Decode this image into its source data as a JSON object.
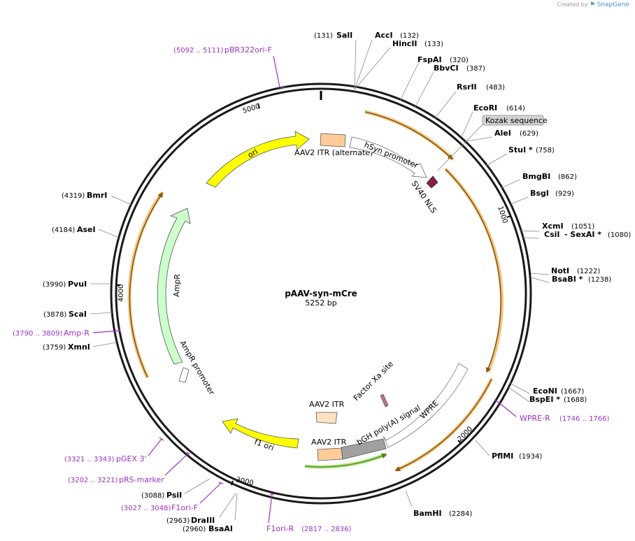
{
  "credit": {
    "prefix": "Created by",
    "brand": "SnapGene"
  },
  "plasmid": {
    "name": "pAAV-syn-mCre",
    "length": "5252 bp",
    "length_bp": 5252
  },
  "ticks": [
    "1000",
    "2000",
    "3000",
    "4000",
    "5000"
  ],
  "sites": [
    {
      "id": "sali",
      "name": "SalI",
      "pos": "(131)",
      "side": "right-pre"
    },
    {
      "id": "acci",
      "name": "AccI",
      "pos": "(132)"
    },
    {
      "id": "hincii",
      "name": "HincII",
      "pos": "(133)"
    },
    {
      "id": "fspai",
      "name": "FspAI",
      "pos": "(320)"
    },
    {
      "id": "bbvci",
      "name": "BbvCI",
      "pos": "(387)"
    },
    {
      "id": "rsrii",
      "name": "RsrII",
      "pos": "(483)"
    },
    {
      "id": "ecori",
      "name": "EcoRI",
      "pos": "(614)"
    },
    {
      "id": "alei",
      "name": "AleI",
      "pos": "(629)"
    },
    {
      "id": "stui",
      "name": "StuI *",
      "pos": "(758)"
    },
    {
      "id": "bmgbi",
      "name": "BmgBI",
      "pos": "(862)"
    },
    {
      "id": "bsgi",
      "name": "BsgI",
      "pos": "(929)"
    },
    {
      "id": "xcmi",
      "name": "XcmI",
      "pos": "(1051)"
    },
    {
      "id": "csii",
      "name": "CsiI",
      "pos": "(1080)",
      "extra": "- SexAI *"
    },
    {
      "id": "noti",
      "name": "NotI",
      "pos": "(1222)"
    },
    {
      "id": "bsabi",
      "name": "BsaBI *",
      "pos": "(1238)"
    },
    {
      "id": "econi",
      "name": "EcoNI",
      "pos": "(1667)"
    },
    {
      "id": "bspei",
      "name": "BspEI *",
      "pos": "(1688)"
    },
    {
      "id": "pflmi",
      "name": "PflMI",
      "pos": "(1934)"
    },
    {
      "id": "bamhi",
      "name": "BamHI",
      "pos": "(2284)"
    },
    {
      "id": "bsaai",
      "name": "BsaAI",
      "pos": "(2960)"
    },
    {
      "id": "draiii",
      "name": "DraIII",
      "pos": "(2963)"
    },
    {
      "id": "psii",
      "name": "PsiI",
      "pos": "(3088)"
    },
    {
      "id": "xmni",
      "name": "XmnI",
      "pos": "(3759)"
    },
    {
      "id": "scai",
      "name": "ScaI",
      "pos": "(3878)"
    },
    {
      "id": "pvui",
      "name": "PvuI",
      "pos": "(3990)"
    },
    {
      "id": "asei",
      "name": "AseI",
      "pos": "(4184)"
    },
    {
      "id": "bmri",
      "name": "BmrI",
      "pos": "(4319)"
    }
  ],
  "primers": [
    {
      "id": "pbr322ori-f",
      "name": "pBR322ori-F",
      "pos": "(5092 .. 5111)"
    },
    {
      "id": "wpre-r",
      "name": "WPRE-R",
      "pos": "(1746 .. 1766)"
    },
    {
      "id": "f1ori-r",
      "name": "F1ori-R",
      "pos": "(2817 .. 2836)"
    },
    {
      "id": "f1ori-f",
      "name": "F1ori-F",
      "pos": "(3027 .. 3048)"
    },
    {
      "id": "prs-marker",
      "name": "pRS-marker",
      "pos": "(3202 .. 3221)"
    },
    {
      "id": "pgex-3",
      "name": "pGEX 3'",
      "pos": "(3321 .. 3343)"
    },
    {
      "id": "amp-r",
      "name": "Amp-R",
      "pos": "(3790 .. 3809)"
    }
  ],
  "features": {
    "kozak": "Kozak sequence",
    "aav2_itr_alt": "AAV2 ITR (alternate)",
    "hsyn": "hSyn promoter",
    "sv40": "SV40 NLS",
    "wpre": "WPRE",
    "factor_xa": "Factor Xa site",
    "bgh": "bGH poly(A) signal",
    "aav2_itr_1": "AAV2 ITR",
    "aav2_itr_2": "AAV2 ITR",
    "f1ori": "f1 ori",
    "ampr": "AmpR",
    "ampr_promoter": "AmpR promoter",
    "ori": "ori"
  },
  "colors": {
    "backbone": "#1a1a1a",
    "ori": "#ffff00",
    "ampr": "#ccffcc",
    "itr": "#ffcc99",
    "bgh": "#a0a0a0",
    "sv40": "#8b1a4a",
    "mcre_arc": "#f5c47a",
    "primer": "#9b30c8",
    "green_primer": "#66aa22"
  }
}
